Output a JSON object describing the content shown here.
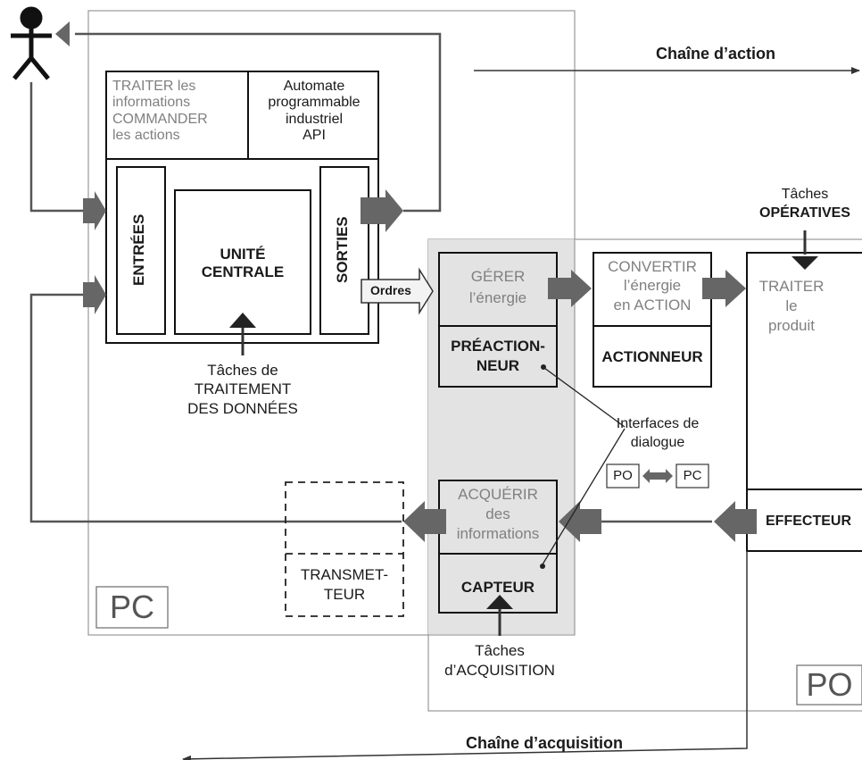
{
  "traiter_cmd": {
    "l1": "TRAITER les",
    "l2": "informations",
    "l3": "COMMANDER",
    "l4": "les actions"
  },
  "api": {
    "l1": "Automate",
    "l2": "programmable",
    "l3": "industriel",
    "l4": "API"
  },
  "entrees": "ENTRÉES",
  "unite": {
    "l1": "UNITÉ",
    "l2": "CENTRALE"
  },
  "sorties": "SORTIES",
  "ordres": "Ordres",
  "taches_traitement": {
    "l1": "Tâches de",
    "l2": "TRAITEMENT",
    "l3": "DES DONNÉES"
  },
  "gerer": {
    "l1": "GÉRER",
    "l2": "l’énergie"
  },
  "preactionneur": {
    "l1": "PRÉACTION-",
    "l2": "NEUR"
  },
  "convertir": {
    "l1": "CONVERTIR",
    "l2": "l’énergie",
    "l3": "en ACTION"
  },
  "actionneur": "ACTIONNEUR",
  "taches_operatives": {
    "l1": "Tâches",
    "l2": "OPÉRATIVES"
  },
  "traiter_produit": {
    "l1": "TRAITER",
    "l2": "le",
    "l3": "produit"
  },
  "interfaces": {
    "l1": "Interfaces de",
    "l2": "dialogue",
    "po": "PO",
    "pc": "PC"
  },
  "acquerir": {
    "l1": "ACQUÉRIR",
    "l2": "des",
    "l3": "informations"
  },
  "capteur": "CAPTEUR",
  "transmetteur": {
    "l1": "TRANSMET-",
    "l2": "TEUR"
  },
  "effecteur": "EFFECTEUR",
  "taches_acquisition": {
    "l1": "Tâches",
    "l2": "d’ACQUISITION"
  },
  "chaine_action": "Chaîne d’action",
  "chaine_acquisition": "Chaîne d’acquisition",
  "pc_label": "PC",
  "po_label": "PO"
}
